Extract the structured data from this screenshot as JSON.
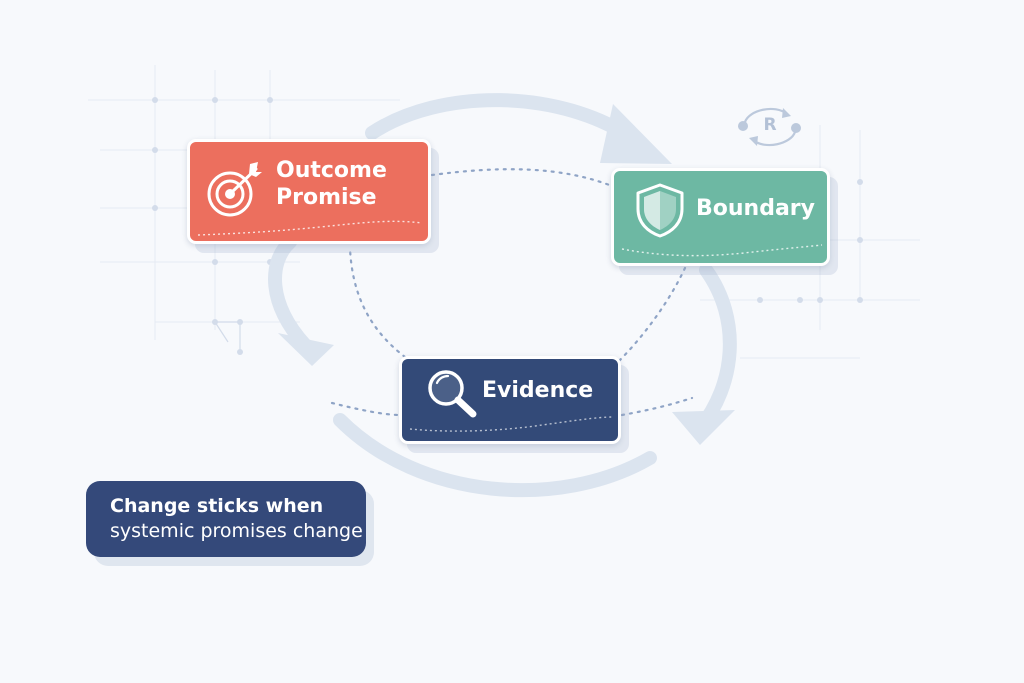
{
  "cards": {
    "outcome": {
      "line1": "Outcome",
      "line2": "Promise",
      "color": "#ec6f5e",
      "icon": "target-arrow-icon"
    },
    "boundary": {
      "label": "Boundary",
      "color": "#6db8a3",
      "icon": "shield-icon"
    },
    "evidence": {
      "label": "Evidence",
      "color": "#334a78",
      "icon": "magnifier-icon"
    }
  },
  "cycle_badge": {
    "letter": "R",
    "icon": "refresh-cycle-icon"
  },
  "callout": {
    "line1": "Change sticks when",
    "line2": "systemic promises change",
    "color": "#34497a"
  },
  "colors": {
    "arrow": "#dbe4ef",
    "dotted": "#8fa4c6",
    "grid": "#e3e9f2"
  }
}
